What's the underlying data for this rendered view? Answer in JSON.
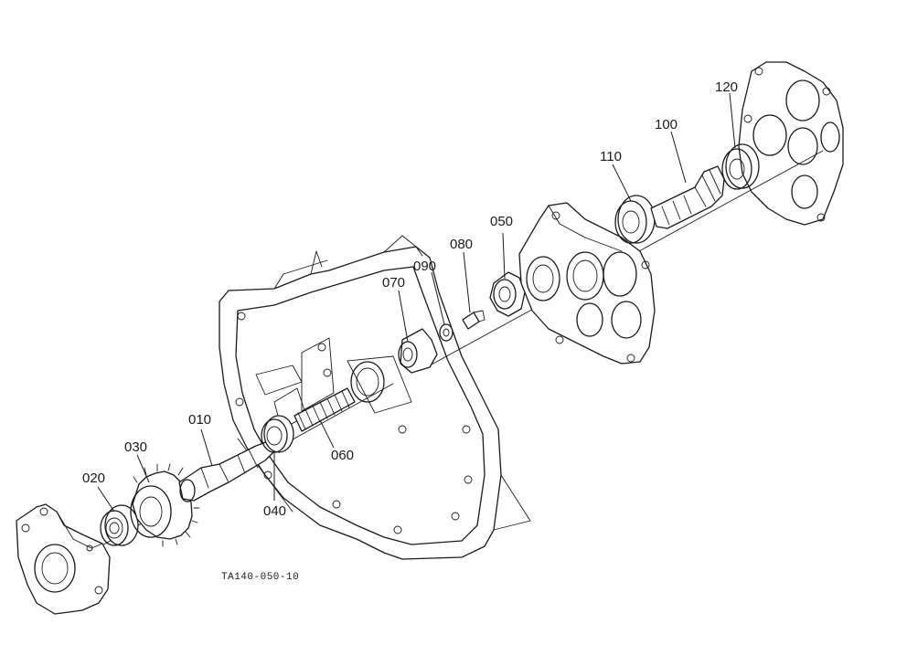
{
  "diagram": {
    "figure_code": "TA140-050-10",
    "callouts": [
      {
        "id": "010",
        "label": "010"
      },
      {
        "id": "020",
        "label": "020"
      },
      {
        "id": "030",
        "label": "030"
      },
      {
        "id": "040",
        "label": "040"
      },
      {
        "id": "050",
        "label": "050"
      },
      {
        "id": "060",
        "label": "060"
      },
      {
        "id": "070",
        "label": "070"
      },
      {
        "id": "080",
        "label": "080"
      },
      {
        "id": "090",
        "label": "090"
      },
      {
        "id": "100",
        "label": "100"
      },
      {
        "id": "110",
        "label": "110"
      },
      {
        "id": "120",
        "label": "120"
      }
    ]
  }
}
